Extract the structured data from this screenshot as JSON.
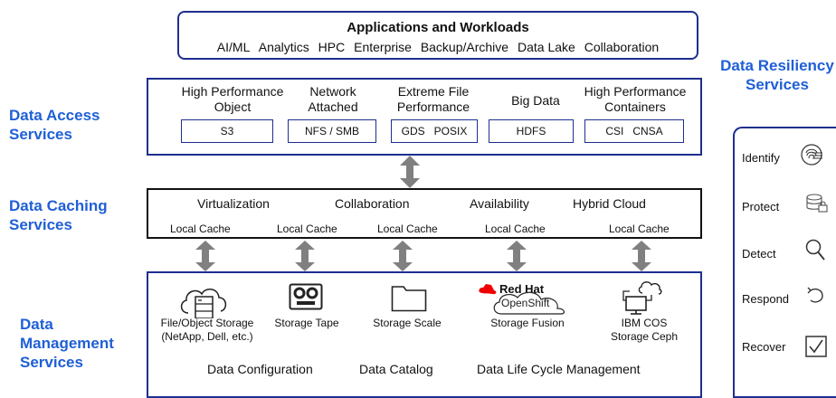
{
  "applications": {
    "title": "Applications and Workloads",
    "items": [
      "AI/ML",
      "Analytics",
      "HPC",
      "Enterprise",
      "Backup/Archive",
      "Data Lake",
      "Collaboration"
    ]
  },
  "access": {
    "label": "Data Access Services",
    "columns": [
      {
        "title": "High Performance Object",
        "pills": [
          "S3"
        ]
      },
      {
        "title": "Network Attached",
        "pills": [
          "NFS / SMB"
        ]
      },
      {
        "title": "Extreme File Performance",
        "pills": [
          "GDS",
          "POSIX"
        ]
      },
      {
        "title": "Big Data",
        "pills": [
          "HDFS"
        ]
      },
      {
        "title": "High Performance Containers",
        "pills": [
          "CSI",
          "CNSA"
        ]
      }
    ]
  },
  "caching": {
    "label": "Data Caching Services",
    "features": [
      "Virtualization",
      "Collaboration",
      "Availability",
      "Hybrid Cloud"
    ],
    "local_cache": "Local Cache"
  },
  "management": {
    "label": "Data Management Services",
    "items": [
      {
        "name": "File/Object Storage (NetApp, Dell, etc.)",
        "icon": "cloud-storage-icon"
      },
      {
        "name": "Storage Tape",
        "icon": "tape-icon"
      },
      {
        "name": "Storage Scale",
        "icon": "folder-icon"
      },
      {
        "name": "Storage Fusion",
        "icon": "redhat-openshift-logo"
      },
      {
        "name": "IBM COS Storage Ceph",
        "icon": "cloud-computer-icon"
      }
    ],
    "brand": {
      "redhat": "Red Hat",
      "openshift": "OpenShift"
    },
    "functions": [
      "Data Configuration",
      "Data Catalog",
      "Data Life Cycle Management"
    ]
  },
  "resiliency": {
    "title": "Data Resiliency Services",
    "items": [
      {
        "label": "Identify",
        "icon": "fingerprint-icon"
      },
      {
        "label": "Protect",
        "icon": "lock-database-icon"
      },
      {
        "label": "Detect",
        "icon": "magnifier-icon"
      },
      {
        "label": "Respond",
        "icon": "undo-arrow-icon"
      },
      {
        "label": "Recover",
        "icon": "checkbox-icon"
      }
    ]
  },
  "colors": {
    "label_blue": "#1f5fd6",
    "box_navy": "#1e2f8f",
    "arrow_gray": "#808080",
    "redhat_red": "#ee0000"
  }
}
